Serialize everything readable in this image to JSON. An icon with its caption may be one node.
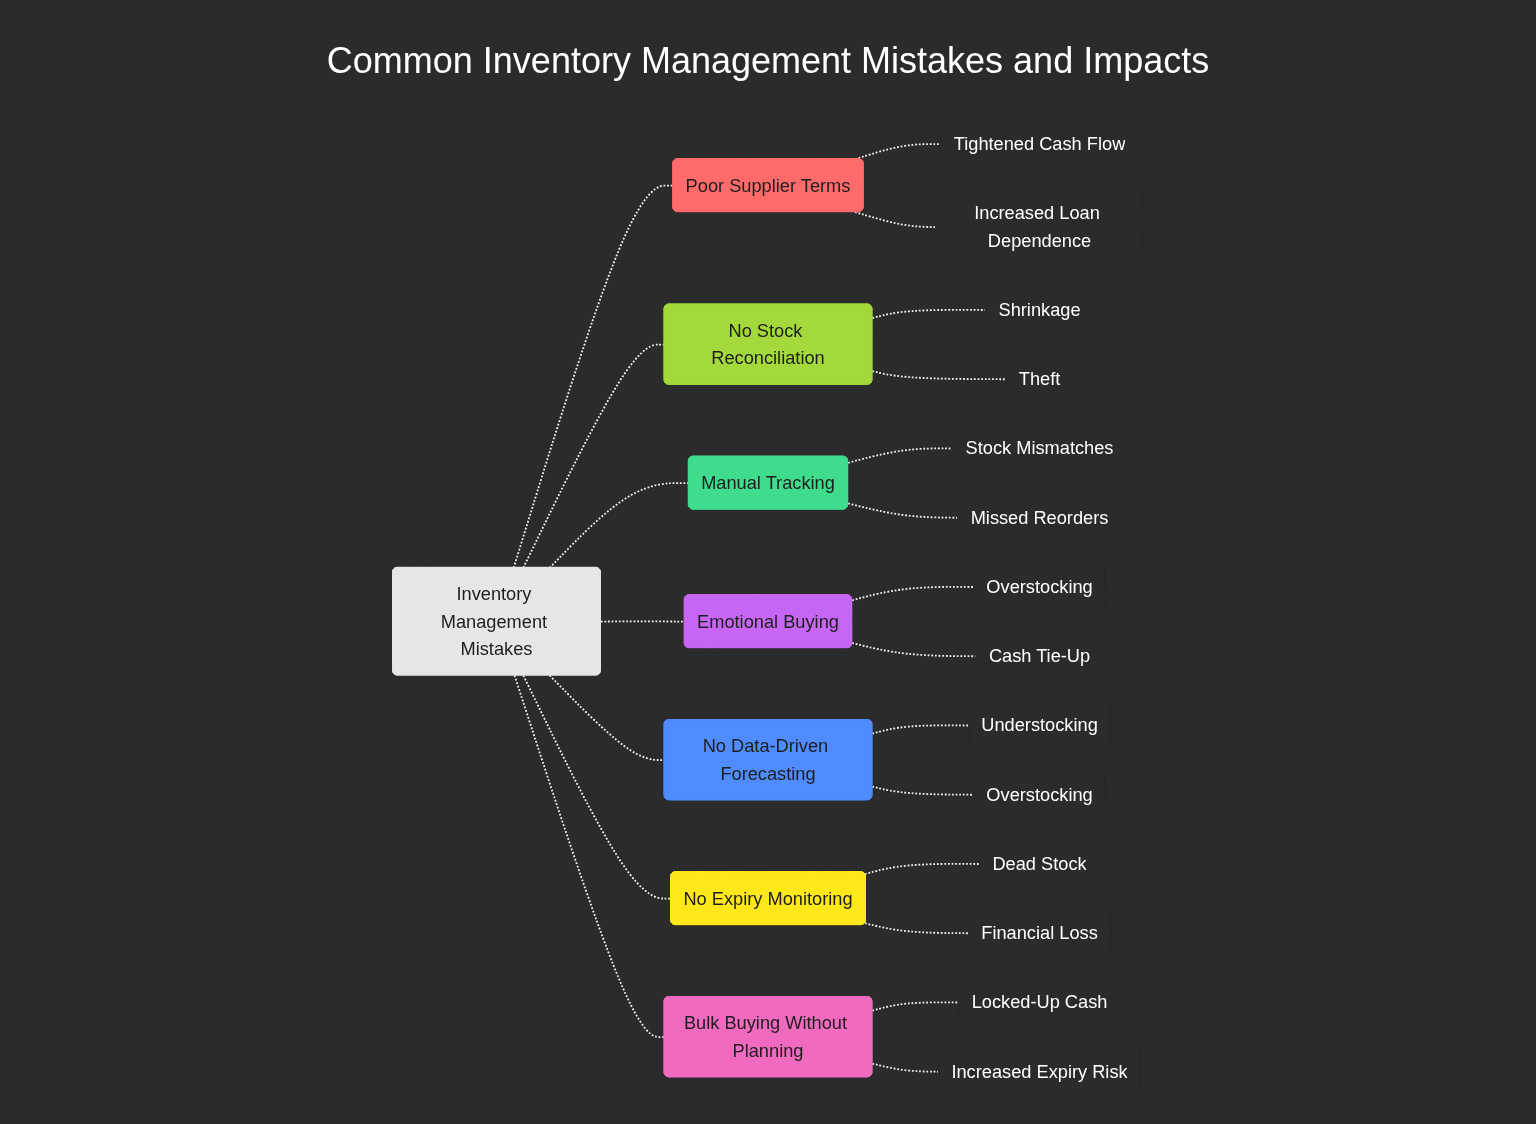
{
  "diagram": {
    "title": "Common Inventory Management Mistakes and Impacts",
    "nodes": [
      {
        "text": [
          "Inventory Management Mistakes"
        ]
      },
      {
        "text": [
          "Poor Supplier Terms"
        ]
      },
      {
        "text": [
          "Tightened Cash Flow"
        ]
      },
      {
        "text": [
          "Increased Loan Dependence"
        ]
      },
      {
        "text": [
          "No Stock Reconciliation"
        ]
      },
      {
        "text": [
          "Shrinkage"
        ]
      },
      {
        "text": [
          "Theft"
        ]
      },
      {
        "text": [
          "Manual Tracking"
        ]
      },
      {
        "text": [
          "Stock Mismatches"
        ]
      },
      {
        "text": [
          "Missed Reorders"
        ]
      },
      {
        "text": [
          "Emotional Buying"
        ]
      },
      {
        "text": [
          "Overstocking"
        ]
      },
      {
        "text": [
          "Cash Tie-Up"
        ]
      },
      {
        "text": [
          "No Data-Driven Forecasting"
        ]
      },
      {
        "text": [
          "Understocking"
        ]
      },
      {
        "text": [
          "Overstocking"
        ]
      },
      {
        "text": [
          "No Expiry Monitoring"
        ]
      },
      {
        "text": [
          "Dead Stock"
        ]
      },
      {
        "text": [
          "Financial Loss"
        ]
      },
      {
        "text": [
          "Bulk Buying Without Planning"
        ]
      },
      {
        "text": [
          "Locked-Up Cash"
        ]
      },
      {
        "text": [
          "Increased Expiry Risk"
        ]
      }
    ],
    "edges": [
      {
        "from": 0,
        "to": 1,
        "arrow": "none",
        "style": "dashed"
      },
      {
        "from": 1,
        "to": 2,
        "arrow": "none",
        "style": "dashed"
      },
      {
        "from": 1,
        "to": 3,
        "arrow": "none",
        "style": "dashed"
      },
      {
        "from": 0,
        "to": 4,
        "arrow": "none",
        "style": "dashed"
      },
      {
        "from": 4,
        "to": 5,
        "arrow": "none",
        "style": "dashed"
      },
      {
        "from": 4,
        "to": 6,
        "arrow": "none",
        "style": "dashed"
      },
      {
        "from": 0,
        "to": 7,
        "arrow": "none",
        "style": "dashed"
      },
      {
        "from": 7,
        "to": 8,
        "arrow": "none",
        "style": "dashed"
      },
      {
        "from": 7,
        "to": 9,
        "arrow": "none",
        "style": "dashed"
      },
      {
        "from": 0,
        "to": 10,
        "arrow": "none",
        "style": "dashed"
      },
      {
        "from": 10,
        "to": 11,
        "arrow": "none",
        "style": "dashed"
      },
      {
        "from": 10,
        "to": 12,
        "arrow": "none",
        "style": "dashed"
      },
      {
        "from": 0,
        "to": 13,
        "arrow": "none",
        "style": "dashed"
      },
      {
        "from": 13,
        "to": 14,
        "arrow": "none",
        "style": "dashed"
      },
      {
        "from": 13,
        "to": 15,
        "arrow": "none",
        "style": "dashed"
      },
      {
        "from": 0,
        "to": 16,
        "arrow": "none",
        "style": "dashed"
      },
      {
        "from": 16,
        "to": 17,
        "arrow": "none",
        "style": "dashed"
      },
      {
        "from": 16,
        "to": 18,
        "arrow": "none",
        "style": "dashed"
      },
      {
        "from": 0,
        "to": 19,
        "arrow": "none",
        "style": "dashed"
      },
      {
        "from": 19,
        "to": 20,
        "arrow": "none",
        "style": "dashed"
      },
      {
        "from": 19,
        "to": 21,
        "arrow": "none",
        "style": "dashed"
      }
    ]
  }
}
